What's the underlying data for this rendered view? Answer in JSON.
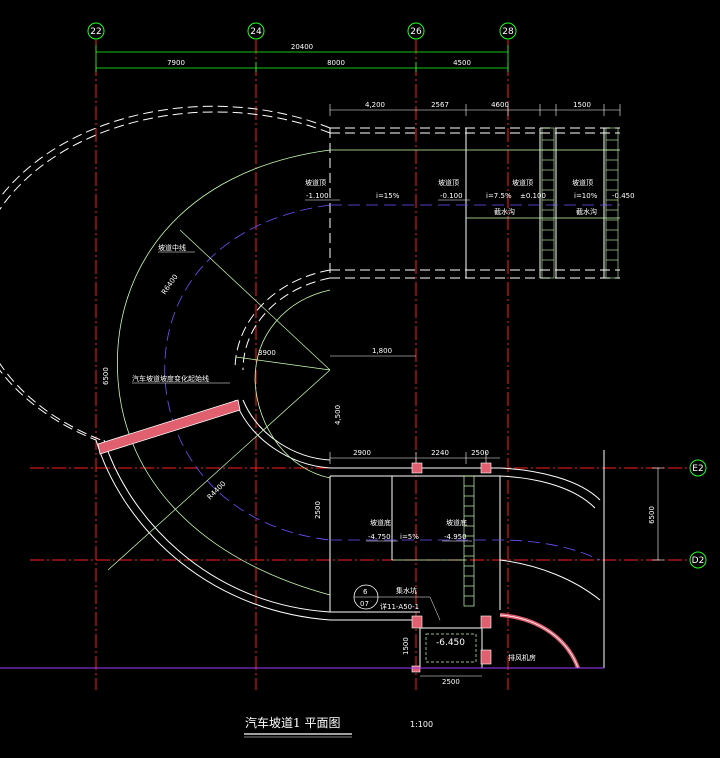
{
  "drawing": {
    "title": "汽车坡道1   平面图",
    "scale": "1:100"
  },
  "axes": {
    "a22": "22",
    "a24": "24",
    "a26": "26",
    "a28": "28",
    "e2": "E2",
    "d2": "D2"
  },
  "dimensions": {
    "total": "20400",
    "seg1": "7900",
    "seg2": "8000",
    "seg3": "4500",
    "d_4200": "4,200",
    "d_2567": "2567",
    "d_4600": "4600",
    "d_1500": "1500",
    "d_2900": "2900",
    "d_2240": "2240",
    "d_2500": "2500",
    "d_6500": "6500",
    "d_2500b": "2500",
    "d_1800": "1,800",
    "d_4500": "4,500",
    "d_6500v": "6500",
    "d_3900": "3900",
    "d_1500v": "1500"
  },
  "annotations": {
    "ramp_edge": "坡道中线",
    "slope_note": "汽车坡道坡度变化起始线",
    "radius1": "R6400",
    "radius2": "R4400",
    "slope_1": "i=15%",
    "slope_2": "i=7.5%",
    "slope_3": "i=10%",
    "slope_4": "i=5%",
    "elev_1": "-1.100",
    "elev_2": "-0.100",
    "elev_3": "±0.100",
    "elev_4": "-0.450",
    "elev_5": "-4.750",
    "elev_6": "-4.950",
    "elev_7": "-6.450",
    "lbl_top1": "坡道顶",
    "lbl_top2": "坡道顶",
    "lbl_top3": "坡道顶",
    "lbl_top4": "坡道顶",
    "lbl_low": "坡道底",
    "lbl_low2": "坡道底",
    "lbl_pit": "集水坑",
    "lbl_room": "排风机房",
    "detail_no": "6",
    "detail_sheet": "07",
    "detail_ref": "详11-A50-1",
    "green_1": "截水沟",
    "green_2": "截水沟"
  },
  "colors": {
    "background": "#000000",
    "axis_line": "#ff2020",
    "axis_bubble": "#20ff20",
    "wall": "#ffffff",
    "ramp_line": "#c8ffb0",
    "center_line": "#7050ff",
    "column": "#e06070",
    "dimension": "#ffffff",
    "floor_line": "#a040ff"
  }
}
